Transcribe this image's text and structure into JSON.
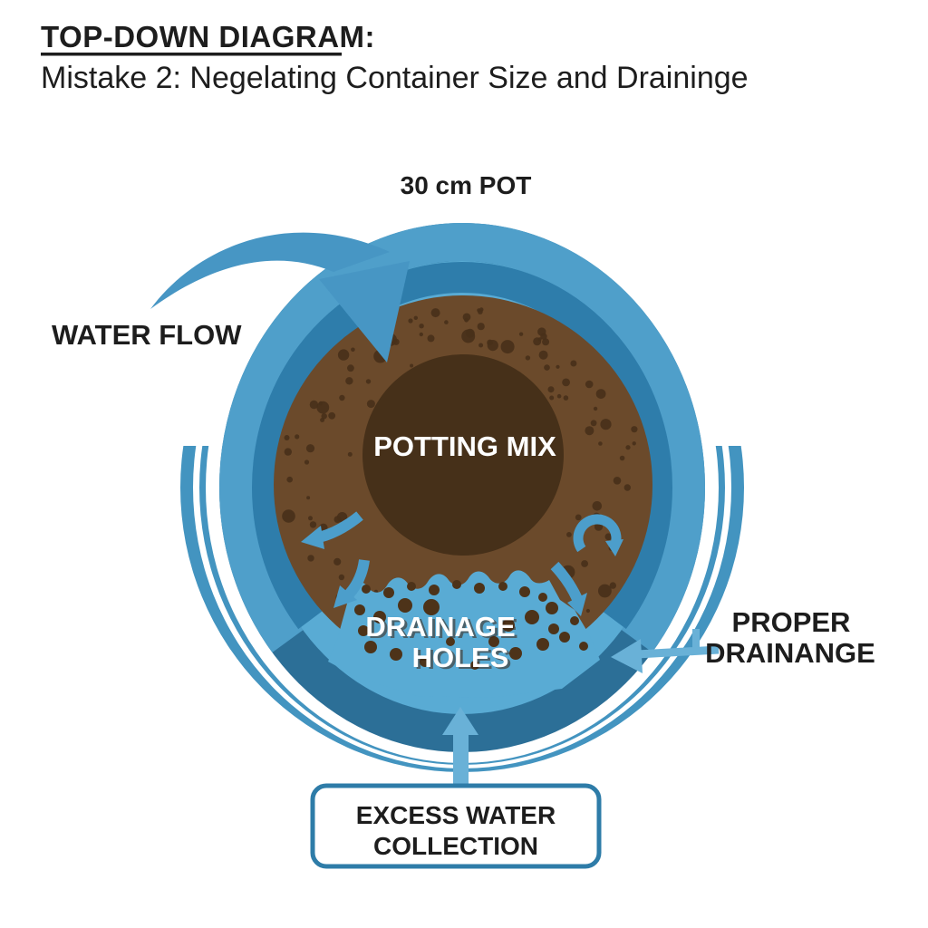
{
  "title": {
    "line1": "TOP-DOWN DIAGRAM:",
    "line2": "Mistake 2: Negelating Container Size and Draininge"
  },
  "labels": {
    "pot_size": "30 cm POT",
    "water_flow": "WATER FLOW",
    "potting_mix": "POTTING MIX",
    "drainage_holes": {
      "line1": "DRAINAGE",
      "line2": "HOLES"
    },
    "proper_drainage": {
      "line1": "PROPER",
      "line2": "DRAINANGE"
    },
    "excess_water_box": {
      "line1": "EXCESS WATER",
      "line2": "COLLECTION"
    }
  },
  "colors": {
    "text_dark": "#1d1d1d",
    "text_white": "#ffffff",
    "pot_rim_light": "#4f9fca",
    "pot_rim_dark": "#2e7dab",
    "pot_base_dark": "#2c6f97",
    "pot_interior": "#59abd4",
    "saucer_blue": "#4394c0",
    "soil_brown": "#6b4a2b",
    "soil_center_brown": "#463019",
    "soil_dot_brown": "#48301a",
    "hole_brown": "#4d3319",
    "flow_arrow_blue": "#4796c4",
    "inner_arrow_blue": "#4c9ecb",
    "light_arrow_blue": "#69b1d7",
    "box_border_blue": "#2e7ca8",
    "box_fill": "#ffffff"
  }
}
